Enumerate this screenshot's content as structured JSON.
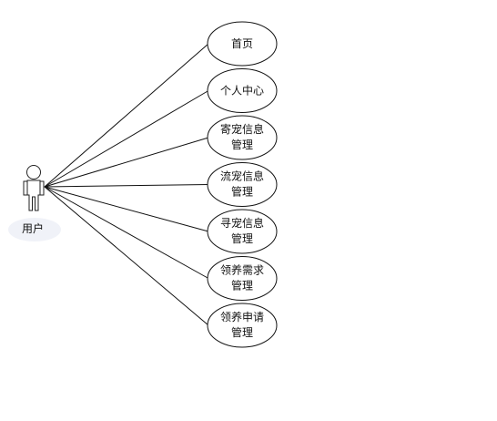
{
  "actor": {
    "label": "用户"
  },
  "use_cases": [
    {
      "lines": [
        "首页"
      ]
    },
    {
      "lines": [
        "个人中心"
      ]
    },
    {
      "lines": [
        "寄宠信息",
        "管理"
      ]
    },
    {
      "lines": [
        "流宠信息",
        "管理"
      ]
    },
    {
      "lines": [
        "寻宠信息",
        "管理"
      ]
    },
    {
      "lines": [
        "领养需求",
        "管理"
      ]
    },
    {
      "lines": [
        "领养申请",
        "管理"
      ]
    }
  ]
}
